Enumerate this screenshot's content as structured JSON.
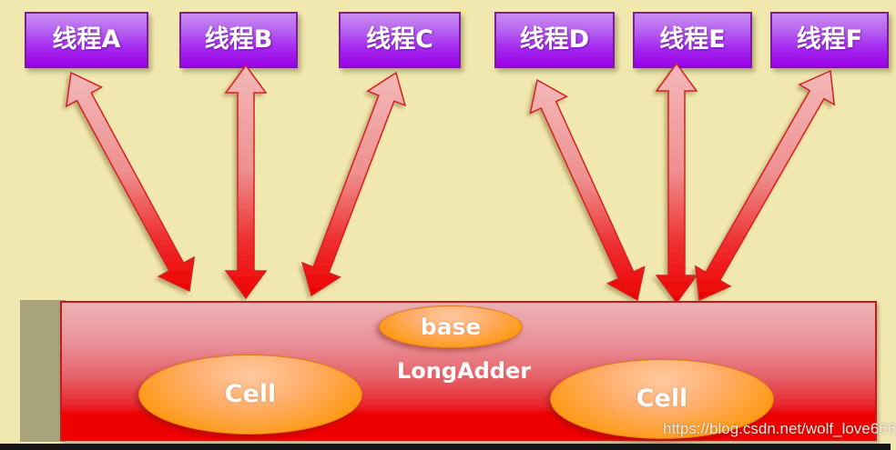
{
  "diagram": {
    "title": "LongAdder",
    "threads": [
      {
        "id": "A",
        "label": "线程A"
      },
      {
        "id": "B",
        "label": "线程B"
      },
      {
        "id": "C",
        "label": "线程C"
      },
      {
        "id": "D",
        "label": "线程D"
      },
      {
        "id": "E",
        "label": "线程E"
      },
      {
        "id": "F",
        "label": "线程F"
      }
    ],
    "container": {
      "label": "LongAdder"
    },
    "fields": {
      "base": "base",
      "cells": [
        "Cell",
        "Cell"
      ]
    },
    "connections": [
      {
        "from": "线程A",
        "to": "LongAdder",
        "type": "bidirectional"
      },
      {
        "from": "线程B",
        "to": "LongAdder",
        "type": "bidirectional"
      },
      {
        "from": "线程C",
        "to": "LongAdder",
        "type": "bidirectional"
      },
      {
        "from": "线程D",
        "to": "LongAdder",
        "type": "bidirectional"
      },
      {
        "from": "线程E",
        "to": "LongAdder",
        "type": "bidirectional"
      },
      {
        "from": "线程F",
        "to": "LongAdder",
        "type": "bidirectional"
      }
    ],
    "colors": {
      "background": "#f1e8b0",
      "thread": "#a62ef0",
      "container": "#ee0000",
      "oval": "#ff9a18"
    }
  },
  "watermark": "https://blog.csdn.net/wolf_love666"
}
